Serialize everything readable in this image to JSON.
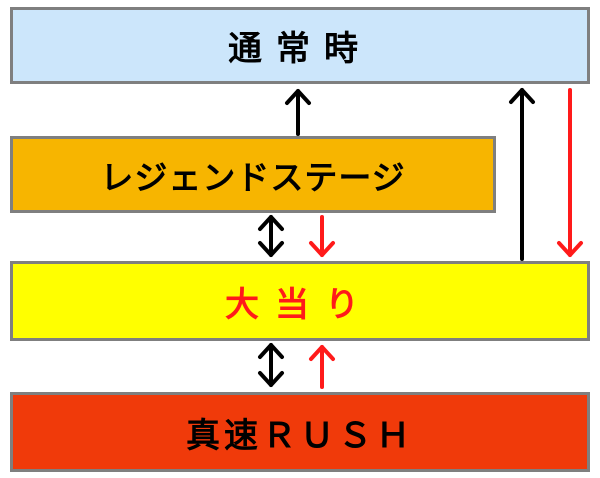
{
  "boxes": {
    "normal": {
      "label": "通常時",
      "fill": "#cce6fb",
      "text_color": "#000000"
    },
    "legend": {
      "label": "レジェンドステージ",
      "fill": "#f7b500",
      "text_color": "#000000"
    },
    "jackpot": {
      "label": "大当り",
      "fill": "#ffff00",
      "text_color": "#ff1a1a"
    },
    "rush": {
      "label": "真速ＲＵＳＨ",
      "fill": "#f03a0a",
      "text_color": "#000000"
    }
  },
  "arrows": [
    {
      "id": "legend-to-normal",
      "from": "legend",
      "to": "normal",
      "color": "#000000"
    },
    {
      "id": "legend-jackpot",
      "from": "legend",
      "to": "jackpot",
      "color": "#000000",
      "bidirectional": true
    },
    {
      "id": "legend-to-jackpot",
      "from": "legend",
      "to": "jackpot",
      "color": "#ff1a1a"
    },
    {
      "id": "jackpot-to-normal",
      "from": "jackpot",
      "to": "normal",
      "color": "#000000"
    },
    {
      "id": "normal-to-jackpot",
      "from": "normal",
      "to": "jackpot",
      "color": "#ff1a1a"
    },
    {
      "id": "jackpot-rush",
      "from": "jackpot",
      "to": "rush",
      "color": "#000000",
      "bidirectional": true
    },
    {
      "id": "rush-to-jackpot",
      "from": "rush",
      "to": "jackpot",
      "color": "#ff1a1a"
    }
  ]
}
